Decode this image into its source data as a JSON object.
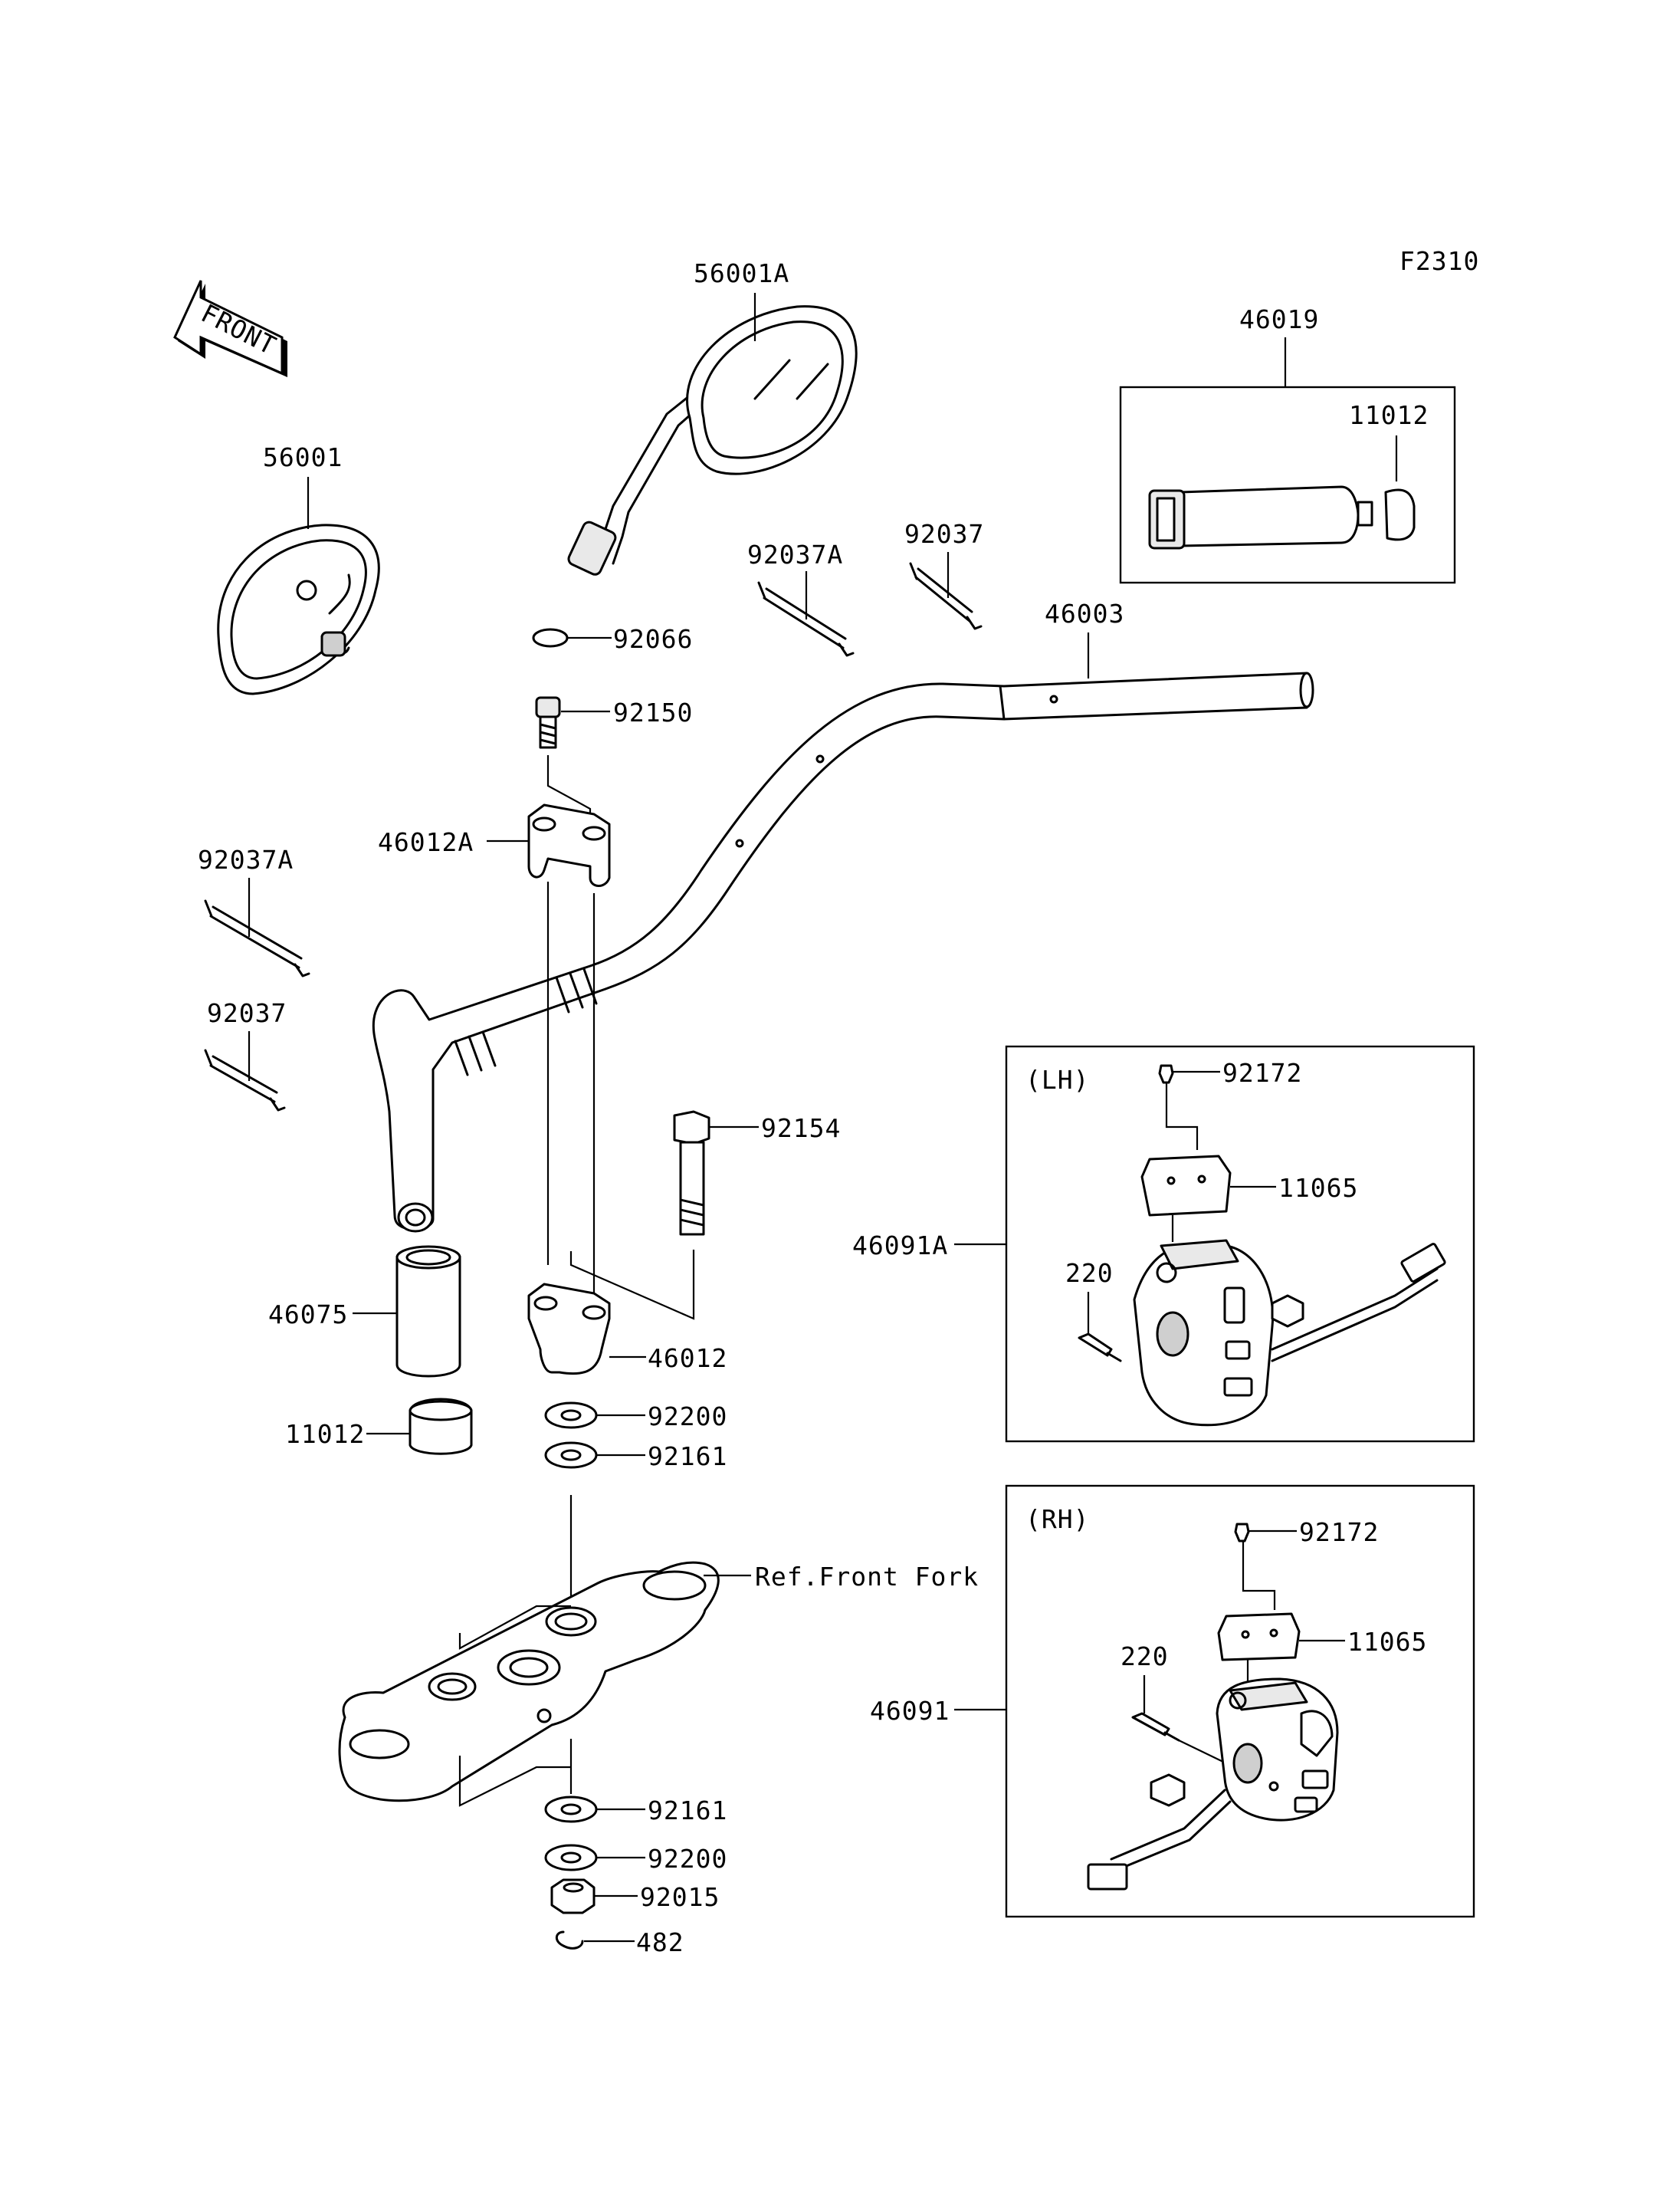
{
  "figure_code": "F2310",
  "front_arrow": {
    "label": "FRONT"
  },
  "labels": {
    "p56001A": "56001A",
    "p56001": "56001",
    "p46019": "46019",
    "p11012_box": "11012",
    "p92037_top": "92037",
    "p92037A_top": "92037A",
    "p46003": "46003",
    "p92066": "92066",
    "p92150": "92150",
    "p46012A": "46012A",
    "p92037A_left": "92037A",
    "p92037_left": "92037",
    "p92154": "92154",
    "p46075": "46075",
    "p46012": "46012",
    "p11012": "11012",
    "p92200_upper": "92200",
    "p92161_upper": "92161",
    "ref_front_fork": "Ref.Front Fork",
    "p92161_lower": "92161",
    "p92200_lower": "92200",
    "p92015": "92015",
    "p482": "482"
  },
  "lh_box": {
    "title": "(LH)",
    "assembly": "46091A",
    "screw": "92172",
    "cover": "11065",
    "bolt": "220"
  },
  "rh_box": {
    "title": "(RH)",
    "assembly": "46091",
    "screw": "92172",
    "cover": "11065",
    "bolt": "220"
  }
}
